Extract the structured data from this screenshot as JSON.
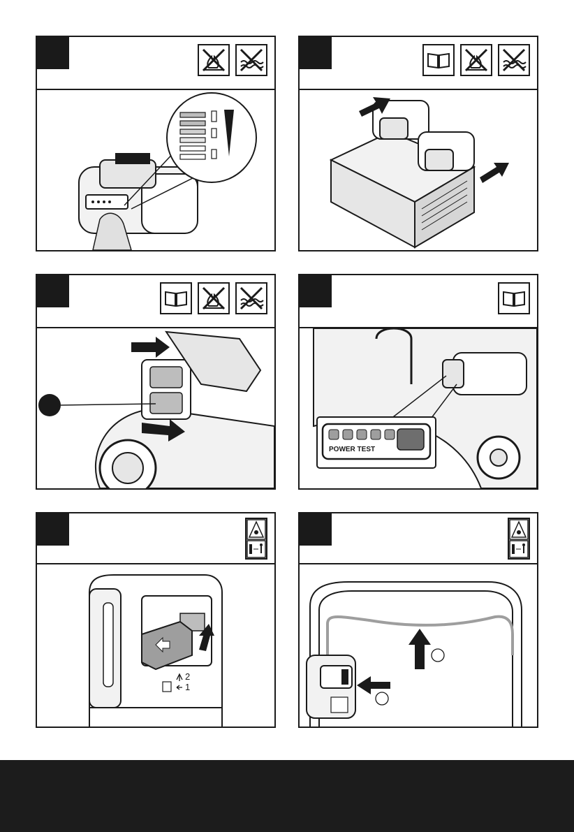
{
  "panels": [
    {
      "step": "",
      "icons": [
        "no-fire-icon",
        "no-water-icon"
      ]
    },
    {
      "step": "",
      "icons": [
        "manual-book-icon",
        "no-fire-icon",
        "no-water-icon"
      ]
    },
    {
      "step": "",
      "icons": [
        "manual-book-icon",
        "no-fire-icon",
        "no-water-icon"
      ]
    },
    {
      "step": "",
      "icons": [
        "manual-book-icon"
      ]
    },
    {
      "step": "",
      "icons": [
        "blade-hazard-icon"
      ]
    },
    {
      "step": "",
      "icons": [
        "blade-hazard-icon"
      ]
    }
  ],
  "battery_indicator": {
    "text": "POWER TEST"
  },
  "latch_steps": {
    "step2": "2",
    "step1": "1"
  },
  "colors": {
    "ink": "#1a1a1a",
    "footer": "#1c1c1c",
    "light_fill": "#e6e6e6",
    "mid_fill": "#bdbdbd"
  }
}
